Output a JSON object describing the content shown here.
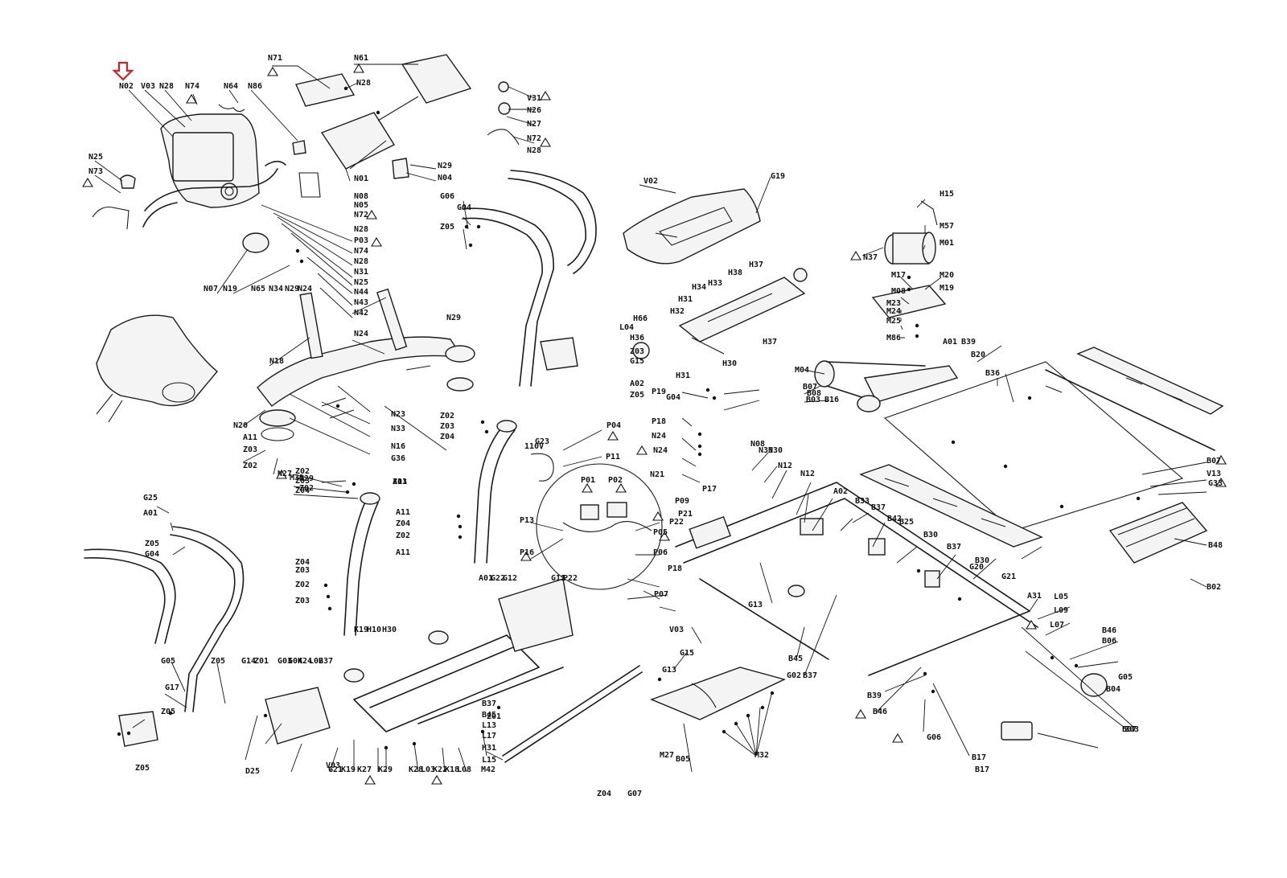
{
  "diagram": {
    "type": "exploded-parts",
    "marker": {
      "target": "N02",
      "color": "#d42020",
      "icon": "down-arrow-icon"
    },
    "labels": [
      "N02",
      "V03",
      "N28",
      "N74",
      "N64",
      "N86",
      "N71",
      "N61",
      "N28",
      "V31",
      "N26",
      "N27",
      "N72",
      "N28",
      "N25",
      "N73",
      "N01",
      "N08",
      "N05",
      "N72",
      "N28",
      "N29",
      "N04",
      "P03",
      "N74",
      "N28",
      "N31",
      "N25",
      "N44",
      "N43",
      "N07",
      "N19",
      "N65",
      "N34",
      "N29",
      "N24",
      "N42",
      "N18",
      "N24",
      "N29",
      "N23",
      "N33",
      "N16",
      "G36",
      "N20",
      "A11",
      "Z03",
      "Z02",
      "N27",
      "Z02",
      "Z03",
      "Z04",
      "A11",
      "G06",
      "Z05",
      "G04",
      "V02",
      "G19",
      "G25",
      "A01",
      "Z05",
      "G04",
      "Z03",
      "Z02",
      "Z03",
      "Z04",
      "A11",
      "Z04",
      "Z02",
      "Z03",
      "A11",
      "Z02",
      "Z03",
      "Z04",
      "A02",
      "Z05",
      "P04",
      "P11",
      "P01",
      "P02",
      "P13",
      "P16",
      "P05",
      "P06",
      "P18",
      "P07",
      "P19",
      "P18",
      "N24",
      "N24",
      "N08",
      "N21",
      "P17",
      "N33",
      "N30",
      "N12",
      "N12",
      "P09",
      "P21",
      "P22",
      "H37",
      "H38",
      "H33",
      "H34",
      "H31",
      "H32",
      "L04",
      "H66",
      "H36",
      "Z03",
      "G15",
      "H31",
      "H30",
      "H37",
      "N37",
      "H15",
      "M57",
      "M01",
      "M17",
      "M20",
      "M08",
      "M19",
      "M23",
      "M24",
      "M25",
      "M86",
      "M04",
      "B07",
      "B08",
      "B03",
      "B16",
      "A01",
      "B39",
      "B20",
      "B36",
      "B07",
      "V13",
      "G33",
      "B48",
      "B02",
      "A02",
      "B33",
      "B37",
      "B42",
      "B25",
      "B30",
      "B37",
      "B30",
      "G20",
      "G21",
      "A31",
      "L05",
      "L09",
      "L07",
      "B46",
      "B06",
      "B04",
      "B07",
      "B17",
      "B17",
      "G06",
      "B46",
      "B39",
      "B37",
      "B45",
      "G13",
      "G02",
      "V03",
      "G13",
      "M27",
      "M32",
      "G05",
      "G17",
      "Z05",
      "Z05",
      "Z05",
      "G14",
      "Z01",
      "G03",
      "G04",
      "K24",
      "L02",
      "B37",
      "K19",
      "H10",
      "H30",
      "A01",
      "G22",
      "G12",
      "G11",
      "P22",
      "Z01",
      "G21",
      "K19",
      "K27",
      "K29",
      "K28",
      "L03",
      "K22",
      "K18",
      "L08",
      "M42",
      "B37",
      "B45",
      "L13",
      "L17",
      "H31",
      "L15",
      "D25",
      "V03",
      "G23",
      "B05",
      "G05",
      "G15",
      "G04",
      "M31",
      "N29",
      "Z02",
      "Z03",
      "Z04",
      "G07"
    ],
    "voltage_note": "110V"
  }
}
